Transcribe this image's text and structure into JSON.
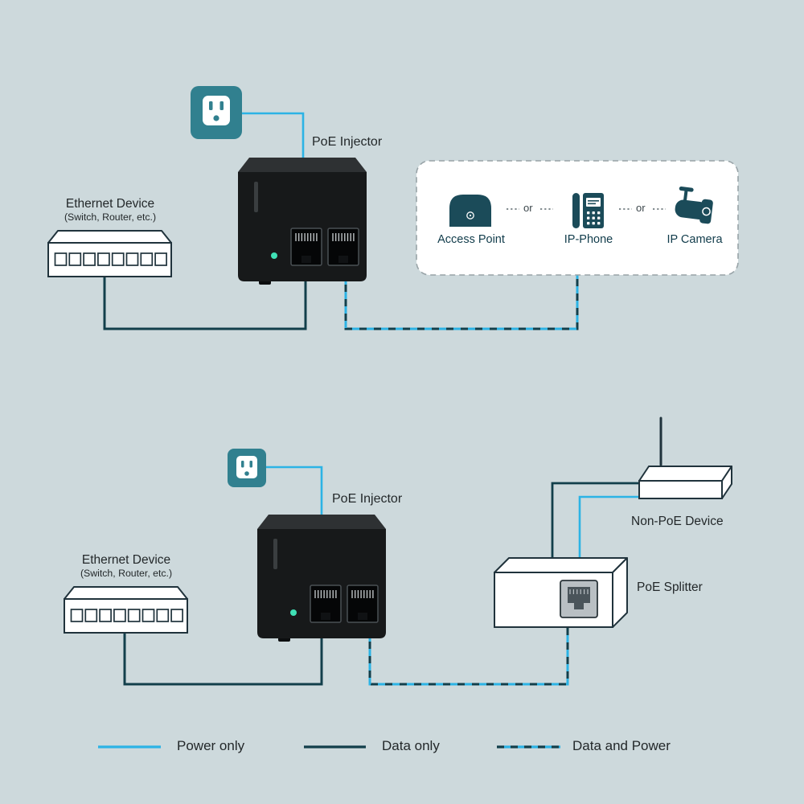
{
  "colors": {
    "background": "#cdd9dc",
    "power_line": "#2cb3e5",
    "data_line": "#123f4b",
    "device_teal": "#31808f",
    "icon_teal": "#1b4b59",
    "outline": "#20333c",
    "label_dark": "#23282a",
    "icon_label": "#113c4b",
    "box_border": "#98a3a7",
    "device_black": "#17191a",
    "device_black_top": "#2e3133",
    "led_green": "#3fe0b5",
    "port_gray": "#b9bfc3"
  },
  "scene1": {
    "poe_injector": "PoE Injector",
    "ethernet_title": "Ethernet Device",
    "ethernet_subtitle": "(Switch, Router, etc.)",
    "access_point": "Access Point",
    "or_first": "or",
    "ip_phone": "IP-Phone",
    "or_second": "or",
    "ip_camera": "IP Camera"
  },
  "scene2": {
    "poe_injector": "PoE Injector",
    "ethernet_title": "Ethernet Device",
    "ethernet_subtitle": "(Switch, Router, etc.)",
    "non_poe_device": "Non-PoE Device",
    "poe_splitter": "PoE Splitter"
  },
  "legend": {
    "power_only": "Power only",
    "data_only": "Data only",
    "data_and_power": "Data and Power"
  }
}
